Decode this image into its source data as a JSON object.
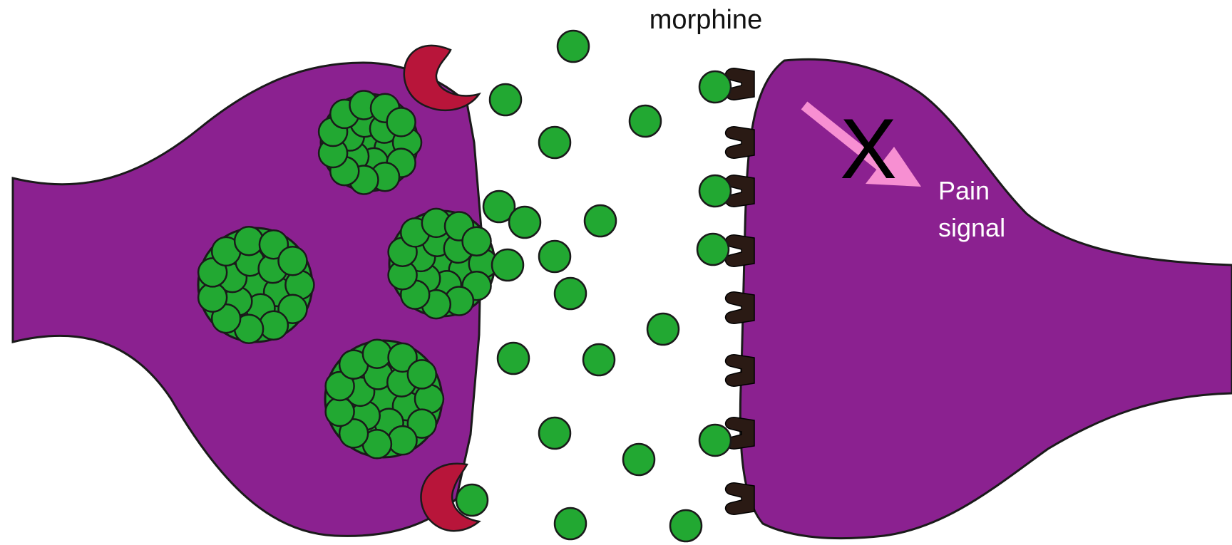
{
  "labels": {
    "drug": "morphine",
    "signal_line1": "Pain",
    "signal_line2": "signal",
    "blocked_mark": "X"
  },
  "colors": {
    "neuron": "#8B2190",
    "outline": "#1a1a1a",
    "molecule": "#22A832",
    "autoreceptor": "#B8153A",
    "receptor": "#2A1A14",
    "signal_arrow": "#F78FD2",
    "text_light": "#ffffff",
    "text_dark": "#111111"
  }
}
